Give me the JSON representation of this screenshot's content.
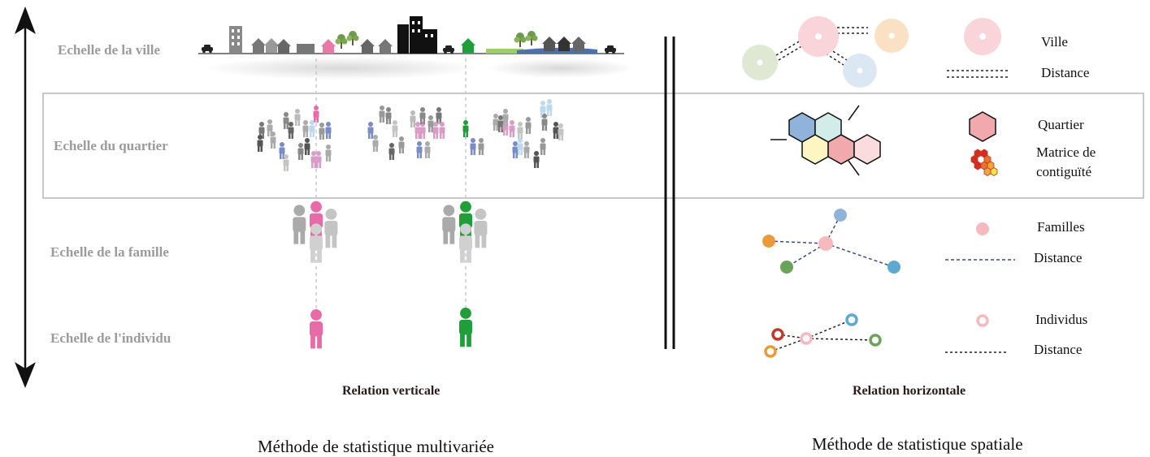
{
  "scales": {
    "city": "Echelle de la ville",
    "district": "Echelle du quartier",
    "family": "Echelle de la famille",
    "individual": "Echelle de l'individu"
  },
  "legend": {
    "city": "Ville",
    "city_distance": "Distance",
    "district": "Quartier",
    "contiguity_line1": "Matrice de",
    "contiguity_line2": "contiguïté",
    "families": "Familles",
    "family_distance": "Distance",
    "individuals": "Individus",
    "individual_distance": "Distance"
  },
  "relations": {
    "vertical": "Relation verticale",
    "horizontal": "Relation horizontale"
  },
  "methods": {
    "multivariate": "Méthode de statistique multivariée",
    "spatial": "Méthode de statistique spatiale"
  },
  "colors": {
    "pink_person": "#e86aa6",
    "green_person": "#1f9e3a",
    "city_pink": "#f9d4d8",
    "city_orange": "#fbe1c4",
    "city_green": "#dfe8d2",
    "city_blue": "#dbe8f4",
    "hex_blue": "#8fb3da",
    "hex_cyan": "#d2ece9",
    "hex_pink": "#f1a9ad",
    "hex_yellow": "#fdf6c3",
    "hex_rose": "#fadcdf",
    "family_orange": "#ea9a3b",
    "family_green": "#6aa35a",
    "family_blue": "#5da9cf",
    "family_pink": "#f6b9bd"
  }
}
